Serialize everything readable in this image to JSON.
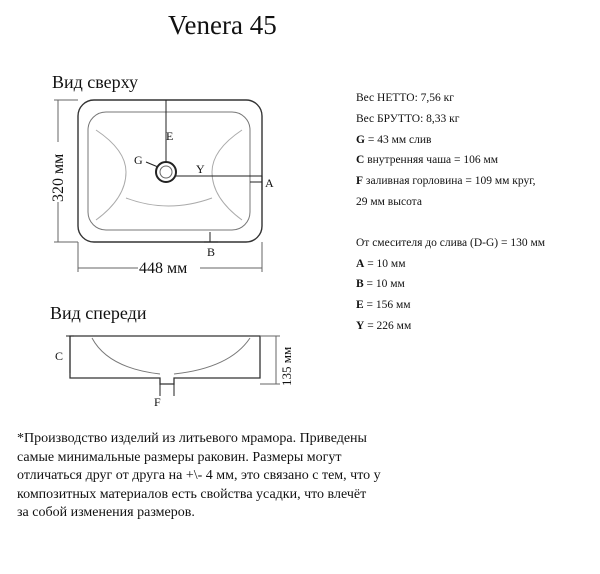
{
  "title": "Venera 45",
  "top_view": {
    "label": "Вид сверху",
    "width_dim": "448 мм",
    "height_dim": "320 мм",
    "markers": {
      "e": "E",
      "g": "G",
      "y": "Y",
      "a": "A",
      "b": "B"
    }
  },
  "front_view": {
    "label": "Вид спереди",
    "height_dim": "135 мм",
    "markers": {
      "c": "C",
      "f": "F"
    }
  },
  "specs": {
    "weight_net": "Вес НЕТТО: 7,56 кг",
    "weight_gross": "Вес БРУТТО: 8,33 кг",
    "g_key": "G",
    "g_text": " = 43 мм слив",
    "c_key": "C",
    "c_text": " внутренняя чаша = 106 мм",
    "f_key": "F",
    "f_text": " заливная горловина = 109 мм круг,",
    "f_text2": "29 мм высота",
    "mixer": "От смесителя до слива (D-G) = 130 мм",
    "a_key": "A",
    "a_text": " = 10 мм",
    "b_key": "B",
    "b_text": " = 10 мм",
    "e_key": "E",
    "e_text": " = 156 мм",
    "y_key": "Y",
    "y_text": " = 226 мм"
  },
  "footnote": {
    "line1": "*Производство изделий из литьевого мрамора. Приведены",
    "line2": "самые минимальные размеры раковин. Размеры могут",
    "line3": "отличаться друг от друга на +\\- 4 мм, это связано с тем, что у",
    "line4": "композитных материалов есть свойства усадки, что влечёт",
    "line5": "за собой изменения размеров."
  }
}
